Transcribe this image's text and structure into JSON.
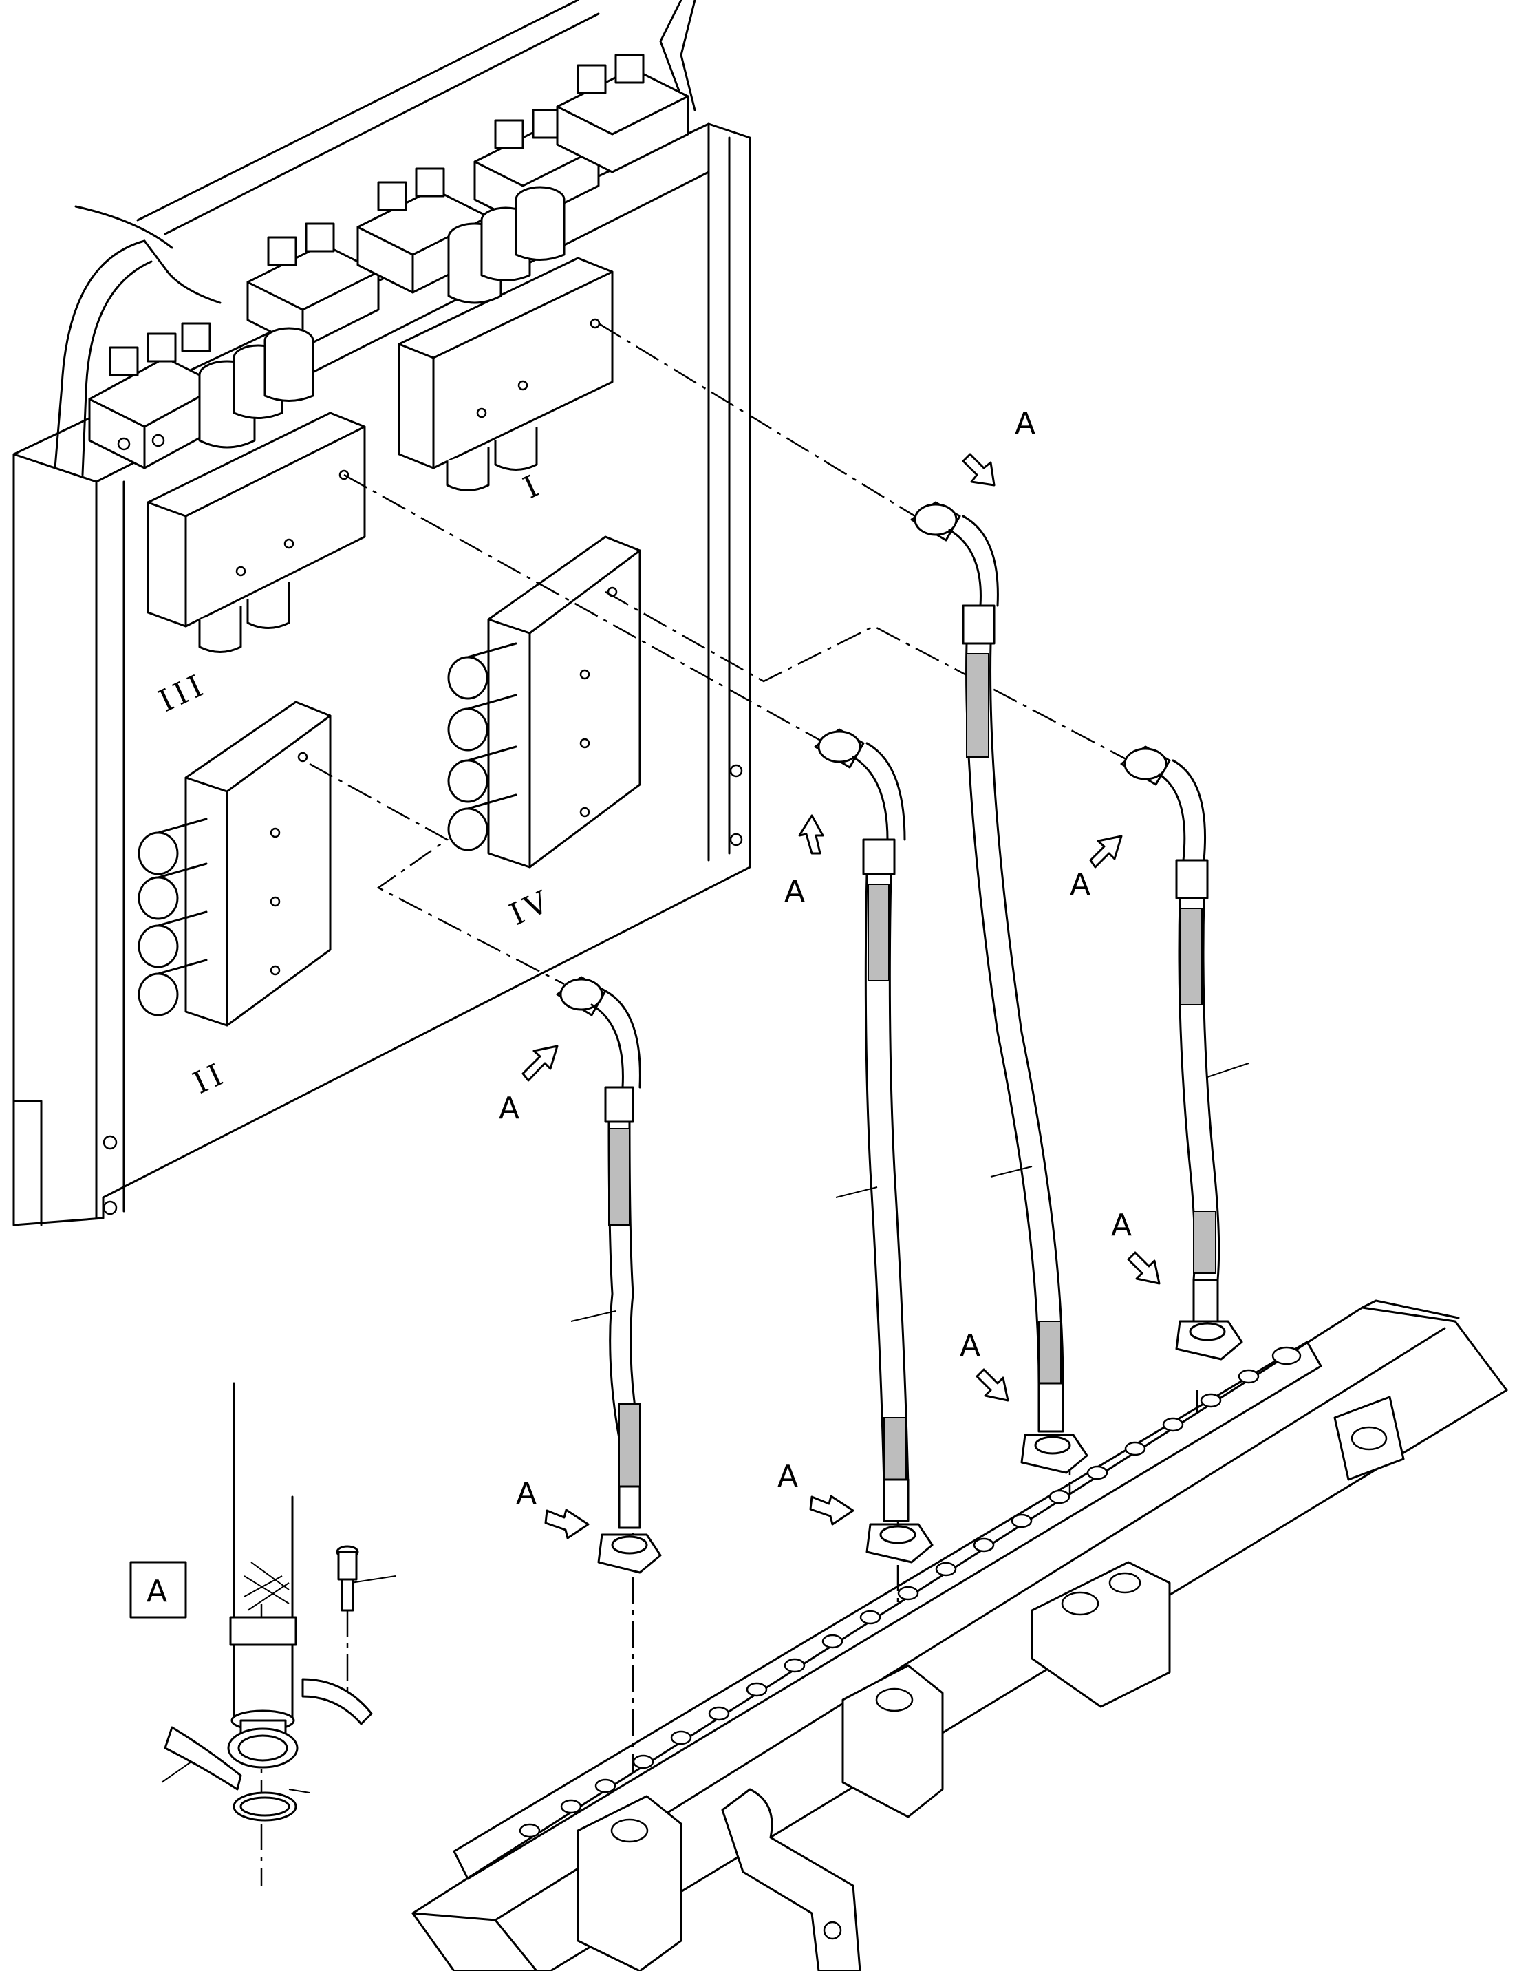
{
  "diagram": {
    "valve_labels": [
      "I",
      "II",
      "III",
      "IV"
    ],
    "arrow_label": "A",
    "detail_label": "A",
    "colors": {
      "line": "#000000",
      "hatch": "#bdbdbd",
      "background": "#ffffff"
    }
  }
}
